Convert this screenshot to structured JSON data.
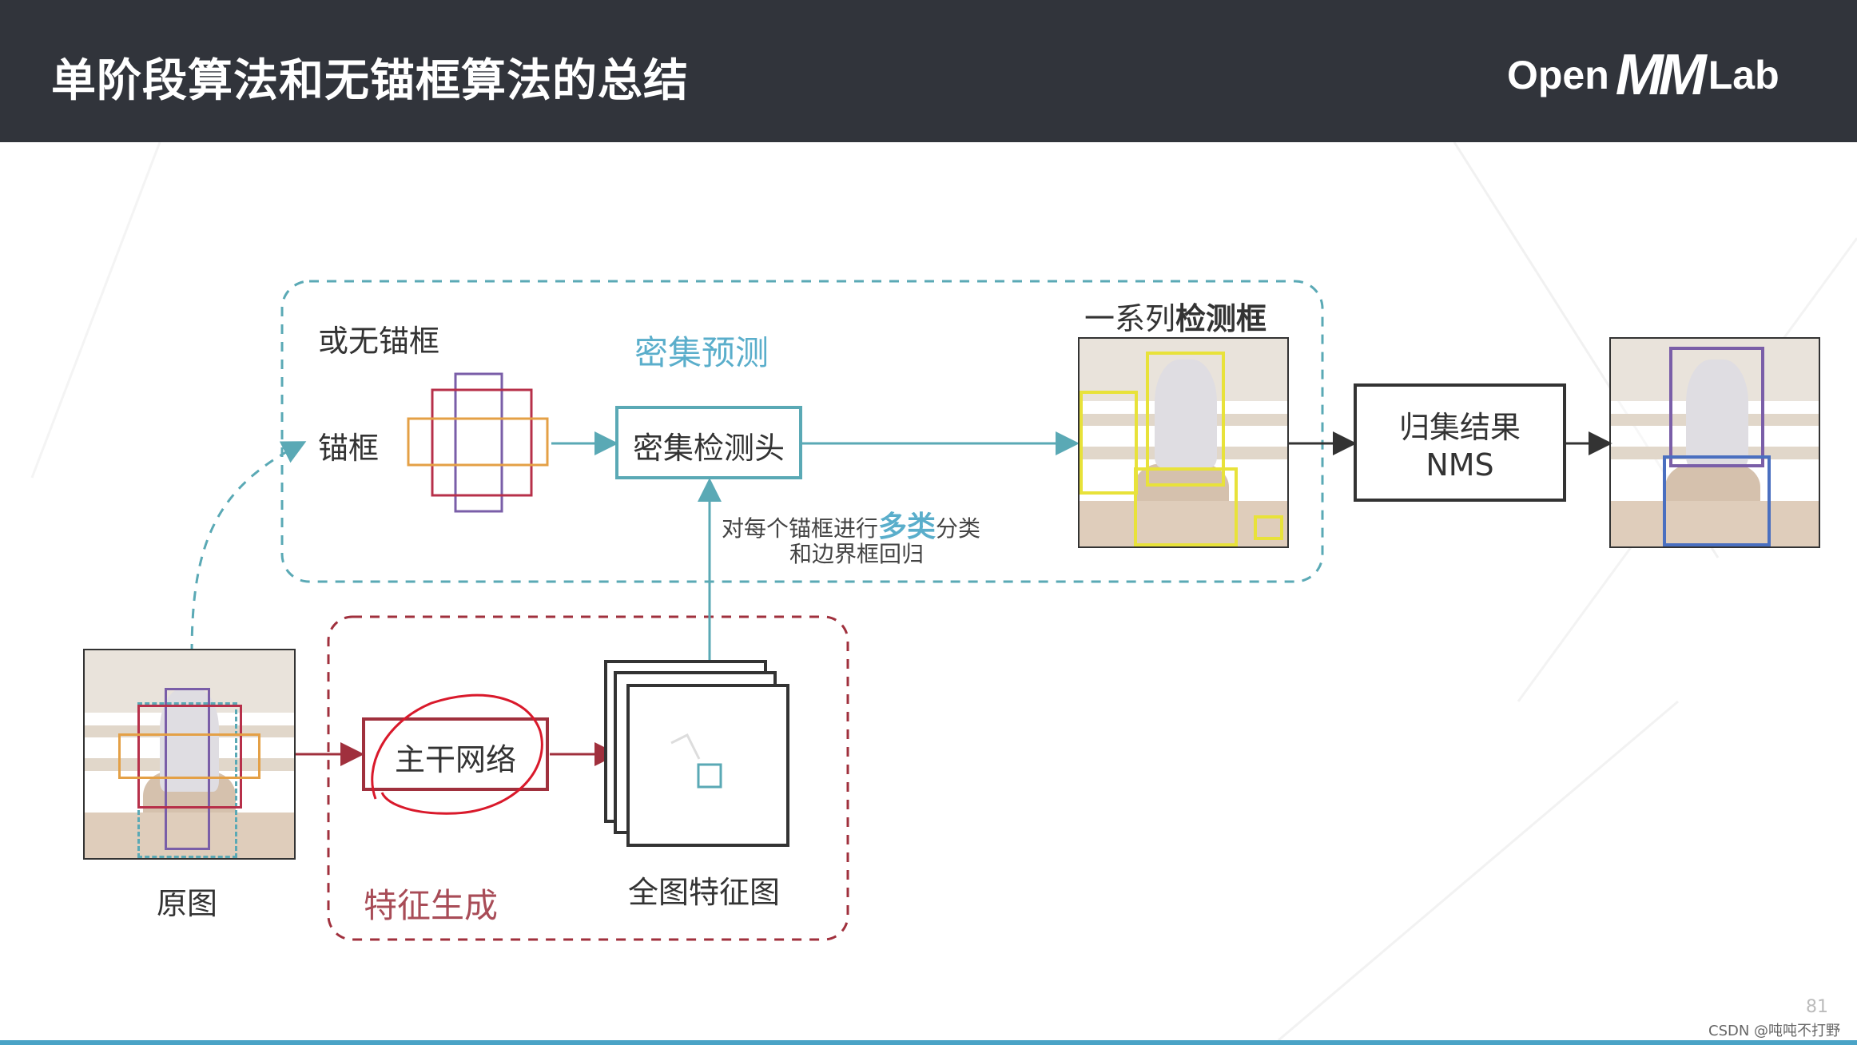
{
  "header": {
    "title": "单阶段算法和无锚框算法的总结",
    "logo_left": "Open",
    "logo_mid": "MM",
    "logo_right": "Lab"
  },
  "dense": {
    "anchor_free_label": "或无锚框",
    "anchor_label": "锚框",
    "section_label": "密集预测",
    "head_label": "密集检测头",
    "note_line1_a": "对每个锚框进行",
    "note_line1_bold": "多类",
    "note_line1_b": "分类",
    "note_line2": "和边界框回归",
    "boxes_label_a": "一系列",
    "boxes_label_bold": "检测框"
  },
  "feature": {
    "backbone_label": "主干网络",
    "section_label": "特征生成",
    "feature_map_label": "全图特征图"
  },
  "input": {
    "label": "原图"
  },
  "post": {
    "line1": "归集结果",
    "line2": "NMS"
  },
  "footer": {
    "watermark": "CSDN @吨吨不打野",
    "page_number": "81"
  },
  "colors": {
    "header_bg": "#31343b",
    "teal": "#5aa9b5",
    "dark_red": "#a0303d",
    "yellow": "#e8e23a",
    "blue": "#4a6fc0",
    "orange": "#e4a046",
    "purple": "#7a5ea8",
    "crimson": "#b7304a",
    "scribble": "#d9192b",
    "section_teal_text": "#5aaecb",
    "section_red_text": "#a84c57"
  }
}
